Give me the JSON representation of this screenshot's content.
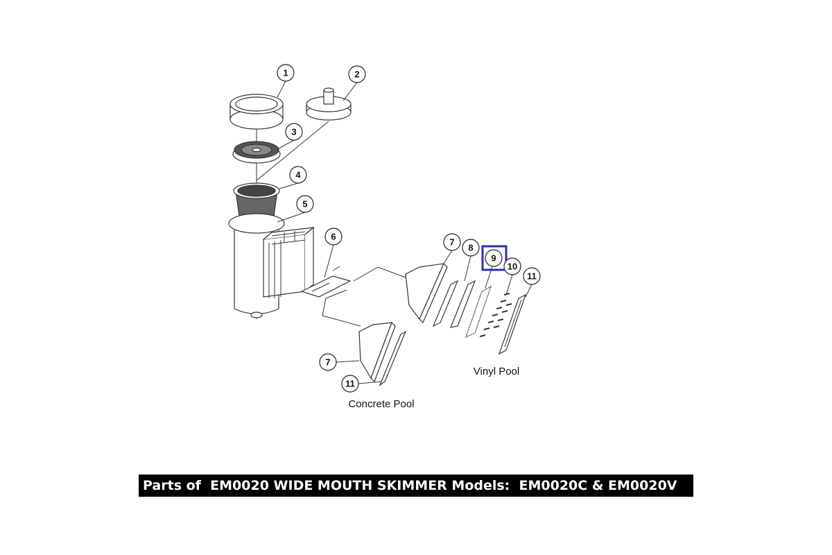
{
  "callouts": {
    "c1": "1",
    "c2": "2",
    "c3": "3",
    "c4": "4",
    "c5": "5",
    "c6": "6",
    "c7_vinyl": "7",
    "c8": "8",
    "c9": "9",
    "c10": "10",
    "c11_vinyl": "11",
    "c7_concrete": "7",
    "c11_concrete": "11"
  },
  "labels": {
    "vinyl_pool": "Vinyl Pool",
    "concrete_pool": "Concrete Pool"
  },
  "caption": "Parts of  EM0020 WIDE MOUTH SKIMMER Models:  EM0020C & EM0020V",
  "colors": {
    "highlight": "#2b2fb5",
    "caption_bg": "#000000"
  }
}
